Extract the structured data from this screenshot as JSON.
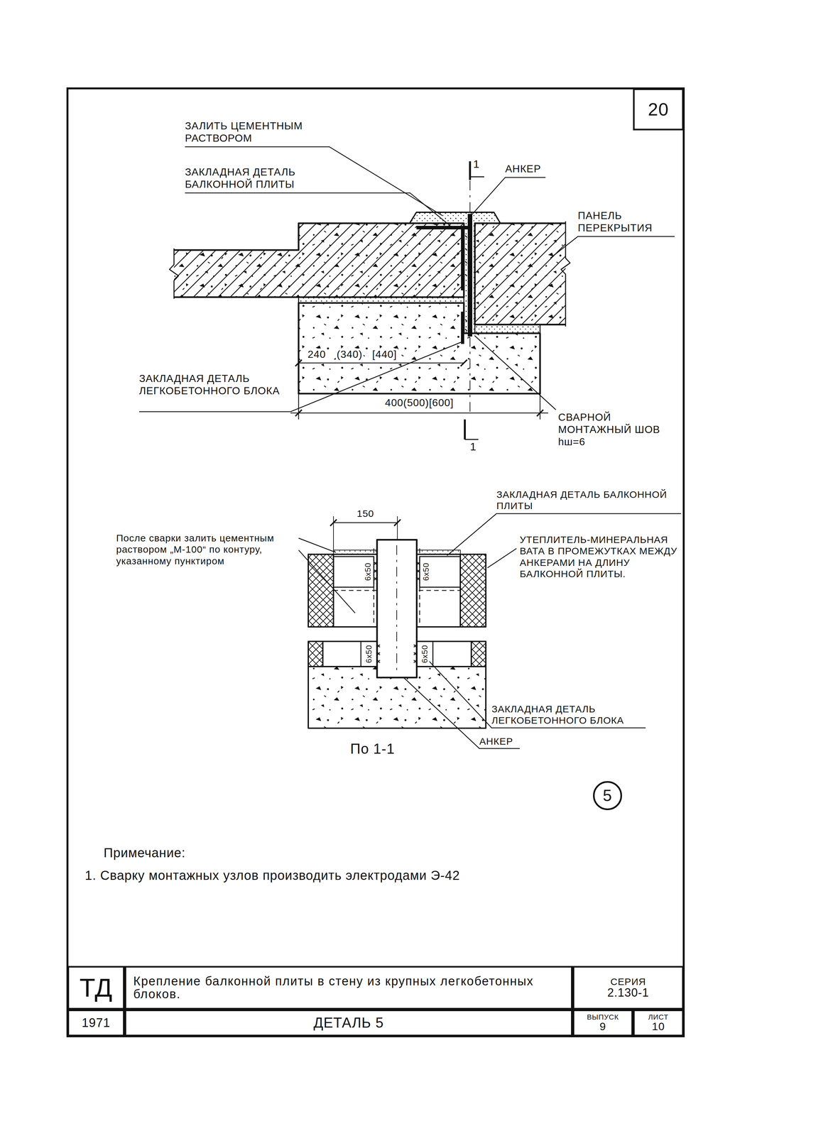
{
  "diagram": {
    "nodes": [
      {
        "text": [
          "20"
        ]
      },
      {
        "text": [
          "5"
        ]
      },
      {
        "text": [
          "ТД"
        ]
      },
      {
        "text": [
          "Крепление балконной плиты в стену из крупных легкобетонных блоков."
        ]
      },
      {
        "text": [
          "СЕРИЯ",
          "2.130-1"
        ]
      },
      {
        "text": [
          "1971"
        ]
      },
      {
        "text": [
          "ДЕТАЛЬ 5"
        ]
      },
      {
        "text": [
          "ВЫПУСК",
          "9"
        ]
      },
      {
        "text": [
          "ЛИСТ",
          "10"
        ]
      }
    ],
    "labels": [
      "ЗАЛИТЬ ЦЕМЕНТНЫМ РАСТВОРОМ",
      "ЗАКЛАДНАЯ ДЕТАЛЬ БАЛКОННОЙ ПЛИТЫ",
      "АНКЕР",
      "1",
      "ПАНЕЛЬ ПЕРЕКРЫТИЯ",
      "240",
      "(340)",
      "[440]",
      "ЗАКЛАДНАЯ ДЕТАЛЬ ЛЕГКОБЕТОННОГО БЛОКА",
      "400(500)[600]",
      "СВАРНОЙ МОНТАЖНЫЙ ШОВ hш=6",
      "1",
      "150",
      "После сварки залить цементным раствором „М-100“ по контуру, указанному пунктиром",
      "ЗАКЛАДНАЯ ДЕТАЛЬ БАЛКОННОЙ ПЛИТЫ",
      "УТЕПЛИТЕЛЬ-МИНЕРАЛЬНАЯ ВАТА В ПРОМЕЖУТКАХ МЕЖДУ АНКЕРАМИ НА ДЛИНУ БАЛКОННОЙ ПЛИТЫ.",
      "6х50",
      "6х50",
      "6х50",
      "6х50",
      "ЗАКЛАДНАЯ ДЕТАЛЬ ЛЕГКОБЕТОННОГО БЛОКА",
      "АНКЕР",
      "По 1-1",
      "Примечание:",
      "1. Сварку монтажных узлов производить электродами Э-42"
    ]
  }
}
